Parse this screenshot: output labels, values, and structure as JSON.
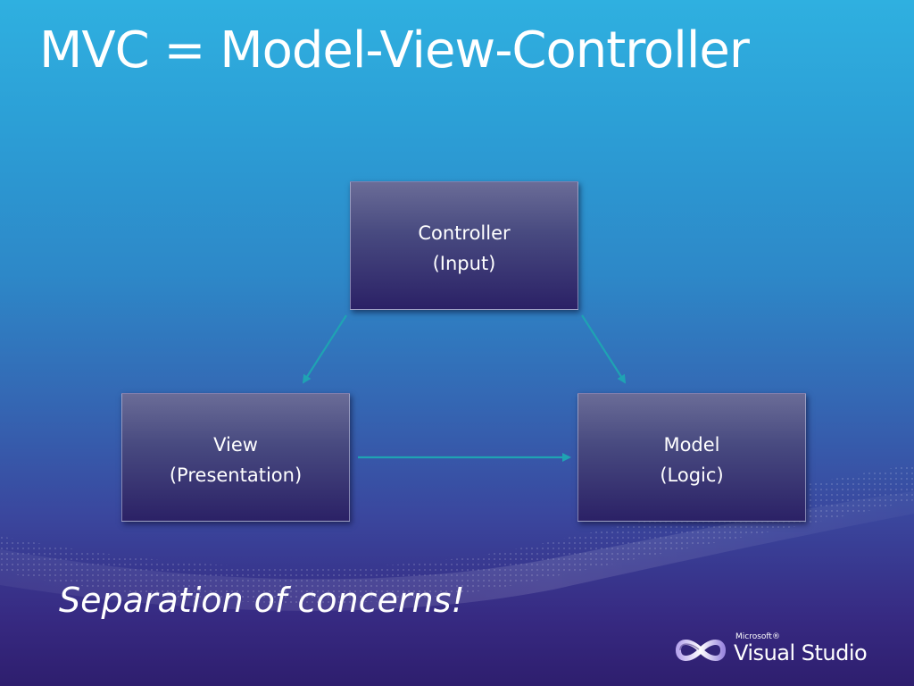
{
  "slide": {
    "title": "MVC = Model-View-Controller",
    "tagline": "Separation of concerns!"
  },
  "diagram": {
    "nodes": [
      {
        "id": "controller",
        "name": "Controller",
        "role": "(Input)"
      },
      {
        "id": "view",
        "name": "View",
        "role": "(Presentation)"
      },
      {
        "id": "model",
        "name": "Model",
        "role": "(Logic)"
      }
    ],
    "edges": [
      {
        "from": "controller",
        "to": "view"
      },
      {
        "from": "controller",
        "to": "model"
      },
      {
        "from": "view",
        "to": "model"
      }
    ],
    "arrow_color": "#1fa3b3"
  },
  "brand": {
    "company": "Microsoft®",
    "product": "Visual Studio"
  },
  "colors": {
    "background_top": "#2fb0e0",
    "background_bottom": "#2e1e6e",
    "node_top": "#6a6c97",
    "node_bottom": "#2b2166",
    "text": "#ffffff"
  }
}
